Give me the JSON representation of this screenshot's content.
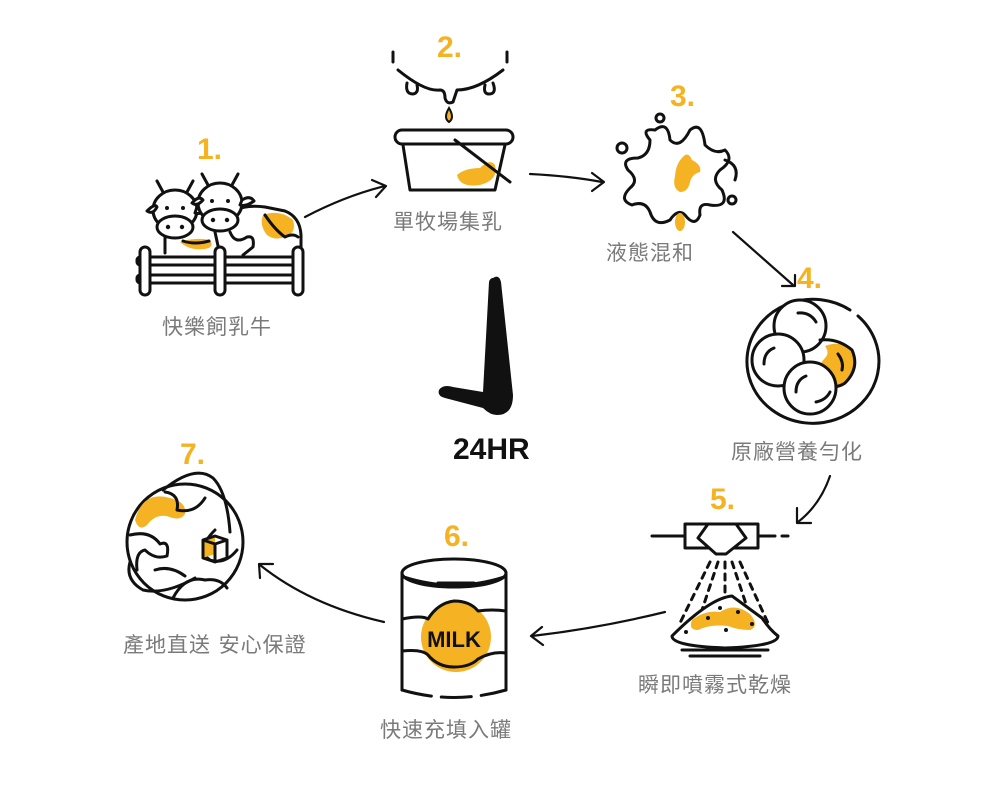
{
  "accent_color": "#f5b324",
  "center": {
    "label": "24HR",
    "icon": "clock-hands-icon"
  },
  "steps": [
    {
      "number": "1.",
      "label": "快樂飼乳牛",
      "icon": "cows-behind-fence-icon"
    },
    {
      "number": "2.",
      "label": "單牧場集乳",
      "icon": "udder-milk-bucket-icon"
    },
    {
      "number": "3.",
      "label": "液態混和",
      "icon": "milk-splash-icon"
    },
    {
      "number": "4.",
      "label": "原廠營養勻化",
      "icon": "homogenization-bowl-icon"
    },
    {
      "number": "5.",
      "label": "瞬即噴霧式乾燥",
      "icon": "spray-dryer-icon"
    },
    {
      "number": "6.",
      "label": "快速充填入罐",
      "can_text": "MILK",
      "icon": "milk-can-icon"
    },
    {
      "number": "7.",
      "label": "產地直送 安心保證",
      "icon": "globe-parcel-icon"
    }
  ]
}
